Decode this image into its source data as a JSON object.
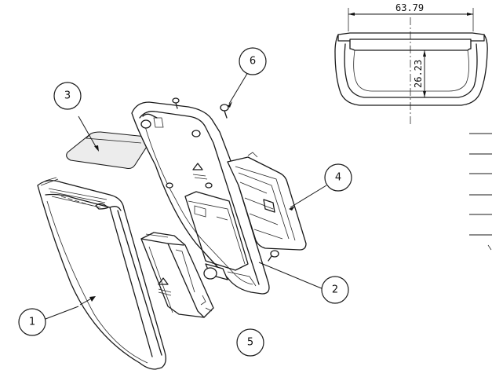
{
  "drawing": {
    "callouts": [
      {
        "id": "c1",
        "label": "1"
      },
      {
        "id": "c2",
        "label": "2"
      },
      {
        "id": "c3",
        "label": "3"
      },
      {
        "id": "c4",
        "label": "4"
      },
      {
        "id": "c5",
        "label": "5"
      },
      {
        "id": "c6",
        "label": "6"
      }
    ],
    "dimensions": {
      "width": "63.79",
      "height": "26.23"
    }
  }
}
